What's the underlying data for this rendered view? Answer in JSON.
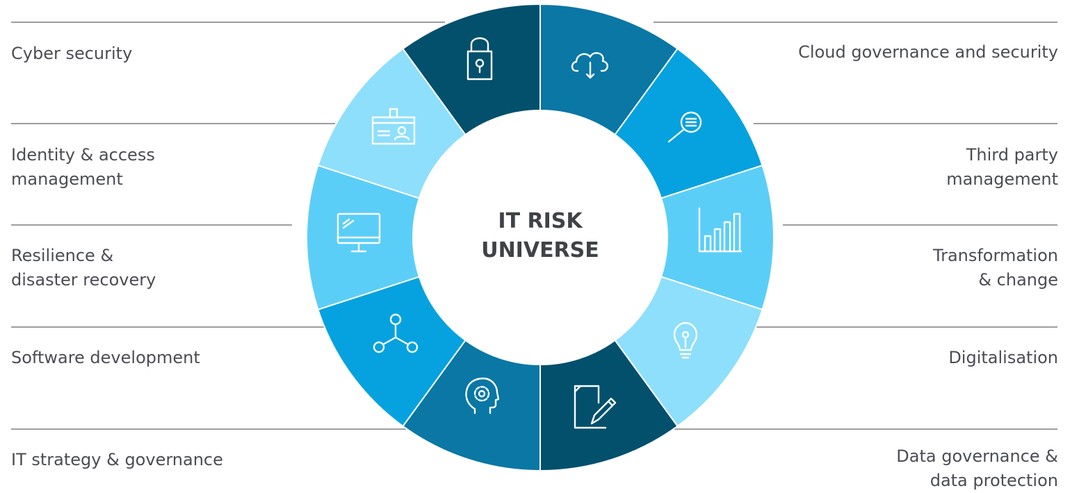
{
  "center": {
    "title": "IT RISK\nUNIVERSE"
  },
  "segments": [
    {
      "id": "cloud",
      "label": "Cloud governance and security",
      "icon": "cloud-download-icon",
      "color": "#0a77a5"
    },
    {
      "id": "third-party",
      "label": "Third party\nmanagement",
      "icon": "magnifier-document-icon",
      "color": "#06a2df"
    },
    {
      "id": "transformation",
      "label": "Transformation\n& change",
      "icon": "bar-chart-icon",
      "color": "#5bcef8"
    },
    {
      "id": "digitalisation",
      "label": "Digitalisation",
      "icon": "lightbulb-icon",
      "color": "#8edffb"
    },
    {
      "id": "data-governance",
      "label": "Data governance &\ndata protection",
      "icon": "document-pen-icon",
      "color": "#03506d"
    },
    {
      "id": "it-strategy",
      "label": "IT strategy & governance",
      "icon": "head-gear-icon",
      "color": "#0a77a5"
    },
    {
      "id": "software",
      "label": "Software development",
      "icon": "network-nodes-icon",
      "color": "#06a2df"
    },
    {
      "id": "resilience",
      "label": "Resilience &\ndisaster recovery",
      "icon": "monitor-icon",
      "color": "#5bcef8"
    },
    {
      "id": "identity",
      "label": "Identity & access\nmanagement",
      "icon": "id-badge-icon",
      "color": "#8edffb"
    },
    {
      "id": "cyber",
      "label": "Cyber security",
      "icon": "padlock-icon",
      "color": "#03506d"
    }
  ]
}
